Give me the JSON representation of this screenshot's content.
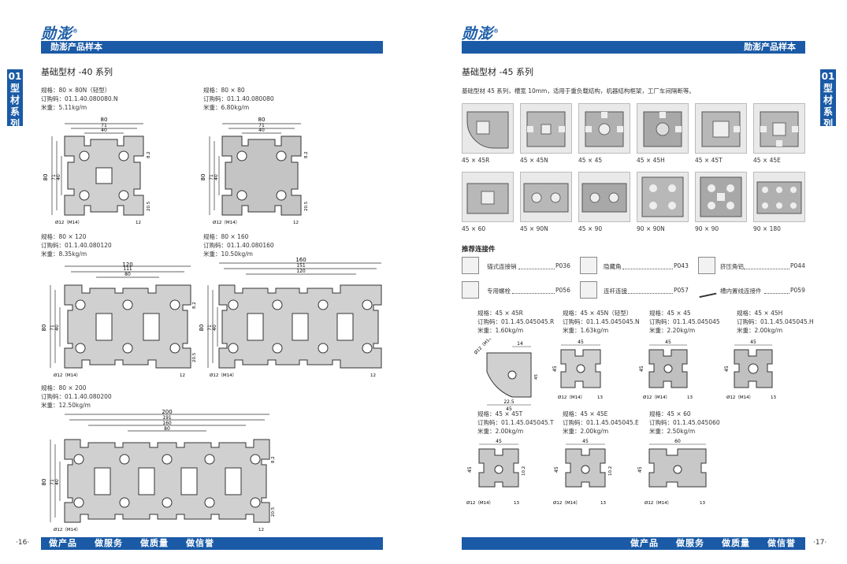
{
  "left": {
    "logo": "勋澎",
    "registered": "®",
    "header_bar": "勋澎产品样本",
    "side_tab": [
      "01",
      "型",
      "材",
      "系",
      "列"
    ],
    "section_title": "基础型材 -40 系列",
    "specs": [
      {
        "spec": "规格：80 × 80N（轻型）",
        "code": "订购码：01.1.40.080080.N",
        "weight": "米重：5.11kg/m"
      },
      {
        "spec": "规格：80 × 80",
        "code": "订购码：01.1.40.080080",
        "weight": "米重：6.80kg/m"
      },
      {
        "spec": "规格：80 × 120",
        "code": "订购码：01.1.40.080120",
        "weight": "米重：8.35kg/m"
      },
      {
        "spec": "规格：80 × 160",
        "code": "订购码：01.1.40.080160",
        "weight": "米重：10.50kg/m"
      },
      {
        "spec": "规格：80 × 200",
        "code": "订购码：01.1.40.080200",
        "weight": "米重：12.50kg/m"
      }
    ],
    "drawings": [
      {
        "w": "80",
        "w2": "71",
        "w3": "40",
        "h": "80",
        "h2": "71",
        "h3": "40",
        "slot": "8.2",
        "depth": "20.5",
        "hole": "Ø12（M14）",
        "tab": "12"
      },
      {
        "w": "80",
        "w2": "71",
        "w3": "40",
        "h": "80",
        "h2": "71",
        "h3": "40",
        "slot": "8.2",
        "depth": "20.5",
        "hole": "Ø12（M14）",
        "tab": "12"
      },
      {
        "w": "120",
        "w2": "111",
        "w3": "80",
        "h": "80",
        "h2": "71",
        "h3": "40",
        "slot": "8.2",
        "depth": "20.5",
        "hole": "Ø12（M14）",
        "tab": "12"
      },
      {
        "w": "160",
        "w2": "151",
        "w3": "120",
        "h": "80",
        "h2": "71",
        "h3": "40",
        "slot": "8.2",
        "depth": "20.5",
        "hole": "Ø12（M14）",
        "tab": "12"
      },
      {
        "w": "200",
        "w2": "191",
        "w3": "160",
        "w4": "80",
        "h": "80",
        "h2": "71",
        "h3": "40",
        "slot": "8.2",
        "depth": "20.5",
        "hole": "Ø12（M14）",
        "tab": "12"
      }
    ],
    "page_number": "·16·",
    "footer": [
      "做产品",
      "做服务",
      "做质量",
      "做信誉"
    ]
  },
  "right": {
    "logo": "勋澎",
    "registered": "®",
    "header_bar": "勋澎产品样本",
    "side_tab": [
      "01",
      "型",
      "材",
      "系",
      "列"
    ],
    "section_title": "基础型材 -45 系列",
    "intro": "基础型材 45 系列，槽宽 10mm，适用于重负载结构，机器结构框架，工厂车间隔断等。",
    "thumbs_row1": [
      "45 × 45R",
      "45 × 45N",
      "45 × 45",
      "45 × 45H",
      "45 × 45T",
      "45 × 45E"
    ],
    "thumbs_row2": [
      "45 × 60",
      "45 × 90N",
      "45 × 90",
      "90 × 90N",
      "90 × 90",
      "90 × 180"
    ],
    "connectors_title": "推荐连接件",
    "connectors": [
      {
        "name": "锚式连接销",
        "page": "P036"
      },
      {
        "name": "隐藏角",
        "page": "P043"
      },
      {
        "name": "挤压角铝",
        "page": "P044"
      },
      {
        "name": "专用螺栓",
        "page": "P056"
      },
      {
        "name": "连杆连接",
        "page": "P057"
      },
      {
        "name": "槽内置线连接件",
        "page": "P059"
      }
    ],
    "specs": [
      {
        "spec": "规格：45 × 45R",
        "code": "订购码：01.1.45.045045.R",
        "weight": "米重：1.60kg/m"
      },
      {
        "spec": "规格：45 × 45N（轻型）",
        "code": "订购码：01.1.45.045045.N",
        "weight": "米重：1.63kg/m"
      },
      {
        "spec": "规格：45 × 45",
        "code": "订购码：01.1.45.045045",
        "weight": "米重：2.20kg/m"
      },
      {
        "spec": "规格：45 × 45H",
        "code": "订购码：01.1.45.045045.H",
        "weight": "米重：2.00kg/m"
      },
      {
        "spec": "规格：45 × 45T",
        "code": "订购码：01.1.45.045045.T",
        "weight": "米重：2.00kg/m"
      },
      {
        "spec": "规格：45 × 45E",
        "code": "订购码：01.1.45.045045.E",
        "weight": "米重：2.00kg/m"
      },
      {
        "spec": "规格：45 × 60",
        "code": "订购码：01.1.45.045060",
        "weight": "米重：2.50kg/m"
      }
    ],
    "dims": {
      "d45": "45",
      "d60": "60",
      "d14": "14",
      "d22": "22.5",
      "slot": "10.2",
      "hole": "Ø12（M14）",
      "tab": "13",
      "r": "R45"
    },
    "page_number": "·17·",
    "footer": [
      "做产品",
      "做服务",
      "做质量",
      "做信誉"
    ]
  }
}
